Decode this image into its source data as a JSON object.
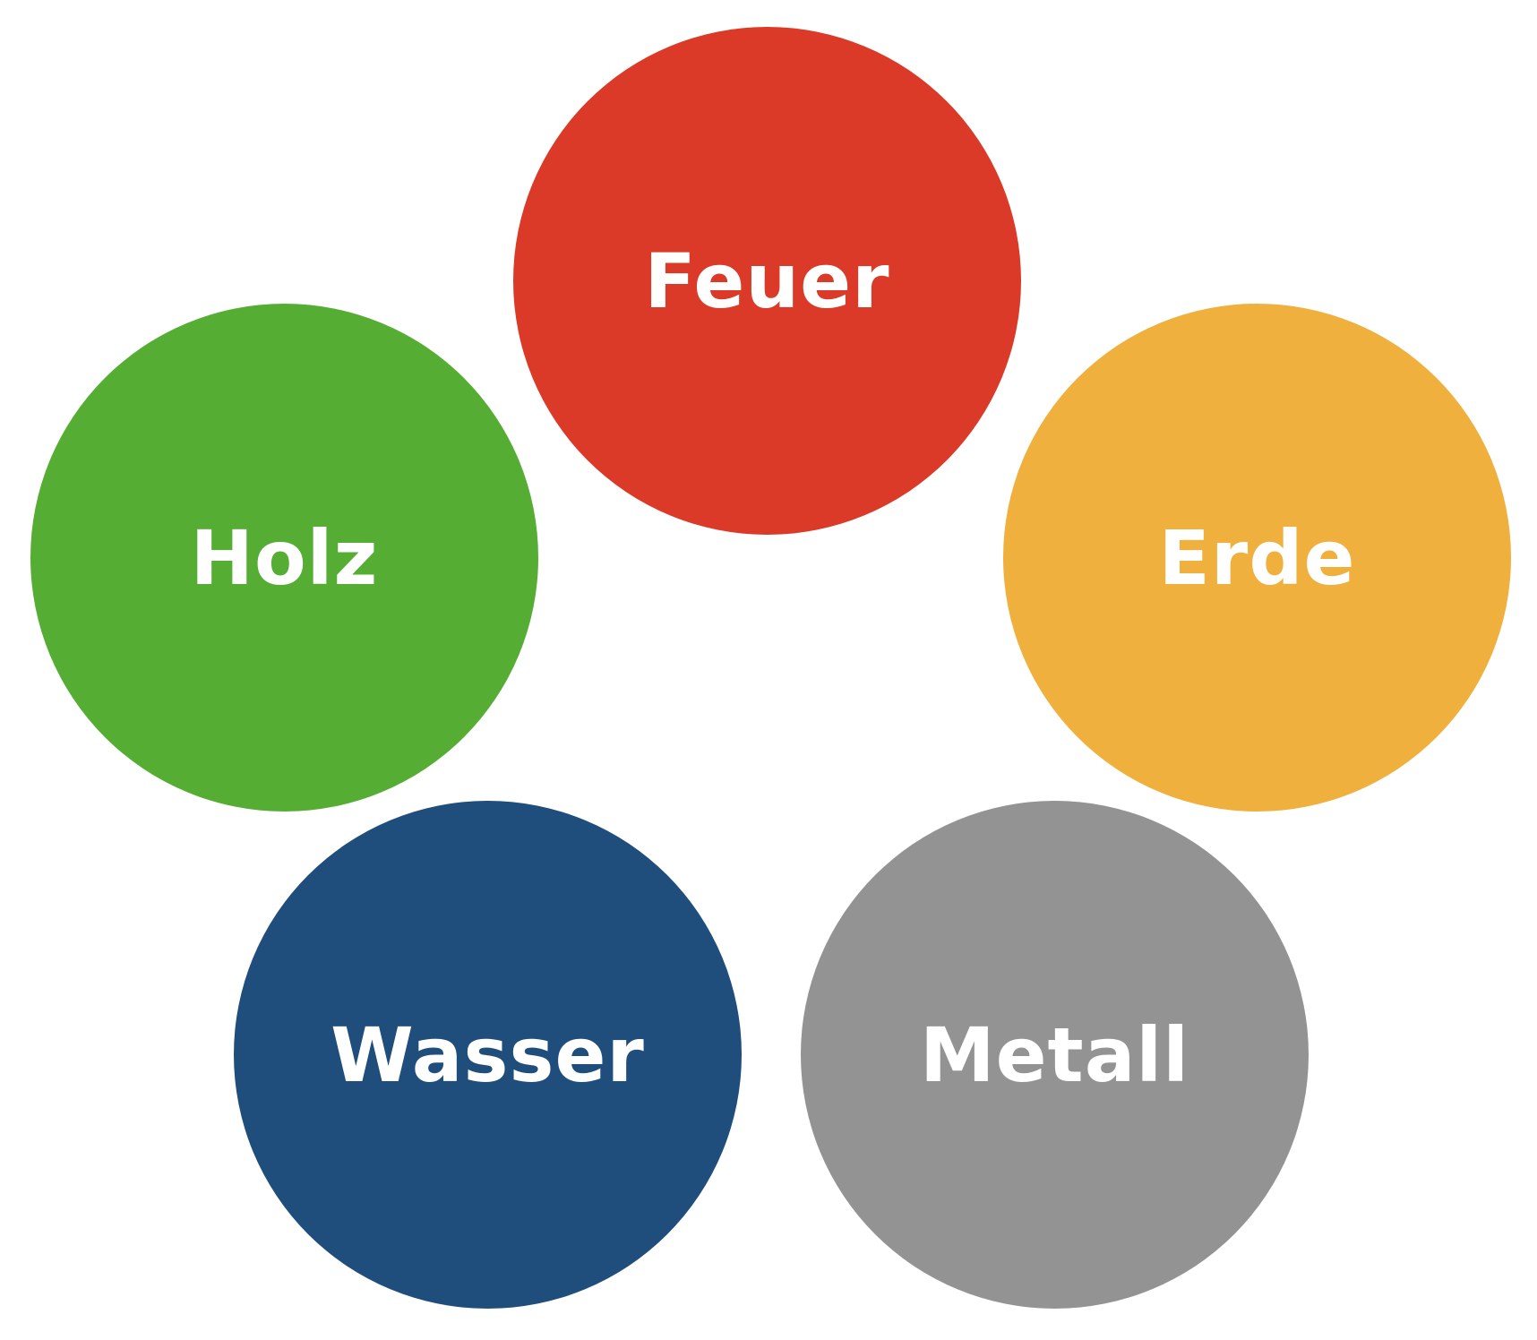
{
  "elements": [
    {
      "id": "feuer",
      "label": "Feuer",
      "color": "#DA3A27"
    },
    {
      "id": "holz",
      "label": "Holz",
      "color": "#55AE33"
    },
    {
      "id": "erde",
      "label": "Erde",
      "color": "#F0B03E"
    },
    {
      "id": "wasser",
      "label": "Wasser",
      "color": "#1F4D7C"
    },
    {
      "id": "metall",
      "label": "Metall",
      "color": "#939393"
    }
  ]
}
